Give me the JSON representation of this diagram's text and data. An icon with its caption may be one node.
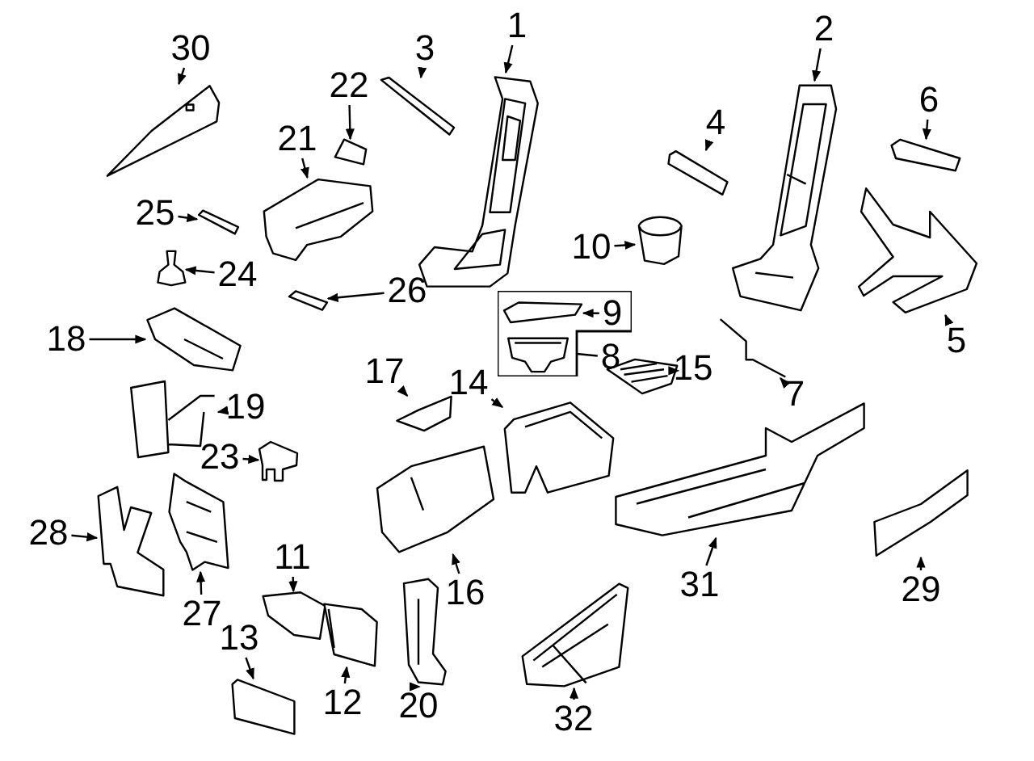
{
  "diagram": {
    "nodes": [
      {
        "text": [
          "1"
        ]
      },
      {
        "text": [],
        "shape": "picture"
      },
      {
        "text": [
          "2"
        ]
      },
      {
        "text": [],
        "shape": "picture"
      },
      {
        "text": [
          "3"
        ]
      },
      {
        "text": [],
        "shape": "picture"
      },
      {
        "text": [
          "4"
        ]
      },
      {
        "text": [],
        "shape": "picture"
      },
      {
        "text": [
          "5"
        ]
      },
      {
        "text": [],
        "shape": "picture"
      },
      {
        "text": [
          "6"
        ]
      },
      {
        "text": [],
        "shape": "picture"
      },
      {
        "text": [
          "7"
        ]
      },
      {
        "text": [],
        "shape": "picture"
      },
      {
        "text": [
          "8"
        ]
      },
      {
        "text": [],
        "shape": "box"
      },
      {
        "text": [],
        "shape": "picture",
        "in": 15
      },
      {
        "text": [
          "9"
        ],
        "in": 15
      },
      {
        "text": [],
        "shape": "picture",
        "in": 15
      },
      {
        "text": [
          "10"
        ]
      },
      {
        "text": [],
        "shape": "picture"
      },
      {
        "text": [
          "11"
        ]
      },
      {
        "text": [],
        "shape": "picture"
      },
      {
        "text": [
          "12"
        ]
      },
      {
        "text": [],
        "shape": "picture"
      },
      {
        "text": [
          "13"
        ]
      },
      {
        "text": [],
        "shape": "picture"
      },
      {
        "text": [
          "14"
        ]
      },
      {
        "text": [],
        "shape": "picture"
      },
      {
        "text": [
          "15"
        ]
      },
      {
        "text": [],
        "shape": "picture"
      },
      {
        "text": [
          "16"
        ]
      },
      {
        "text": [],
        "shape": "picture"
      },
      {
        "text": [
          "17"
        ]
      },
      {
        "text": [],
        "shape": "picture"
      },
      {
        "text": [
          "18"
        ]
      },
      {
        "text": [],
        "shape": "picture"
      },
      {
        "text": [
          "19"
        ]
      },
      {
        "text": [],
        "shape": "picture"
      },
      {
        "text": [
          "20"
        ]
      },
      {
        "text": [],
        "shape": "picture"
      },
      {
        "text": [
          "21"
        ]
      },
      {
        "text": [],
        "shape": "picture"
      },
      {
        "text": [
          "22"
        ]
      },
      {
        "text": [],
        "shape": "picture"
      },
      {
        "text": [
          "23"
        ]
      },
      {
        "text": [],
        "shape": "picture"
      },
      {
        "text": [
          "24"
        ]
      },
      {
        "text": [],
        "shape": "picture"
      },
      {
        "text": [
          "25"
        ]
      },
      {
        "text": [],
        "shape": "picture"
      },
      {
        "text": [
          "26"
        ]
      },
      {
        "text": [],
        "shape": "picture"
      },
      {
        "text": [
          "27"
        ]
      },
      {
        "text": [],
        "shape": "picture"
      },
      {
        "text": [
          "28"
        ]
      },
      {
        "text": [],
        "shape": "picture"
      },
      {
        "text": [
          "29"
        ]
      },
      {
        "text": [],
        "shape": "picture"
      },
      {
        "text": [
          "30"
        ]
      },
      {
        "text": [],
        "shape": "picture"
      },
      {
        "text": [
          "31"
        ]
      },
      {
        "text": [],
        "shape": "picture"
      },
      {
        "text": [
          "32"
        ]
      },
      {
        "text": [],
        "shape": "picture"
      }
    ],
    "edges": [
      {
        "from": 0,
        "to": 1,
        "arrow": "to"
      },
      {
        "from": 2,
        "to": 3,
        "arrow": "to"
      },
      {
        "from": 4,
        "to": 5,
        "arrow": "to"
      },
      {
        "from": 6,
        "to": 7,
        "arrow": "to"
      },
      {
        "from": 8,
        "to": 9,
        "arrow": "to"
      },
      {
        "from": 10,
        "to": 11,
        "arrow": "to"
      },
      {
        "from": 12,
        "to": 13,
        "arrow": "to"
      },
      {
        "from": 14,
        "to": 15,
        "arrow": "none"
      },
      {
        "from": 17,
        "to": 16,
        "arrow": "to"
      },
      {
        "from": 19,
        "to": 20,
        "arrow": "to"
      },
      {
        "from": 21,
        "to": 22,
        "arrow": "to"
      },
      {
        "from": 23,
        "to": 24,
        "arrow": "to"
      },
      {
        "from": 25,
        "to": 26,
        "arrow": "to"
      },
      {
        "from": 27,
        "to": 28,
        "arrow": "to"
      },
      {
        "from": 29,
        "to": 30,
        "arrow": "to"
      },
      {
        "from": 31,
        "to": 32,
        "arrow": "to"
      },
      {
        "from": 33,
        "to": 34,
        "arrow": "to"
      },
      {
        "from": 35,
        "to": 36,
        "arrow": "to"
      },
      {
        "from": 37,
        "to": 38,
        "arrow": "to"
      },
      {
        "from": 39,
        "to": 40,
        "arrow": "to"
      },
      {
        "from": 41,
        "to": 42,
        "arrow": "to"
      },
      {
        "from": 43,
        "to": 44,
        "arrow": "to"
      },
      {
        "from": 45,
        "to": 46,
        "arrow": "to"
      },
      {
        "from": 47,
        "to": 48,
        "arrow": "to"
      },
      {
        "from": 49,
        "to": 50,
        "arrow": "to"
      },
      {
        "from": 51,
        "to": 52,
        "arrow": "to"
      },
      {
        "from": 53,
        "to": 54,
        "arrow": "to"
      },
      {
        "from": 55,
        "to": 56,
        "arrow": "to"
      },
      {
        "from": 57,
        "to": 58,
        "arrow": "to"
      },
      {
        "from": 59,
        "to": 60,
        "arrow": "to"
      },
      {
        "from": 61,
        "to": 62,
        "arrow": "to"
      },
      {
        "from": 63,
        "to": 64,
        "arrow": "to"
      }
    ]
  }
}
